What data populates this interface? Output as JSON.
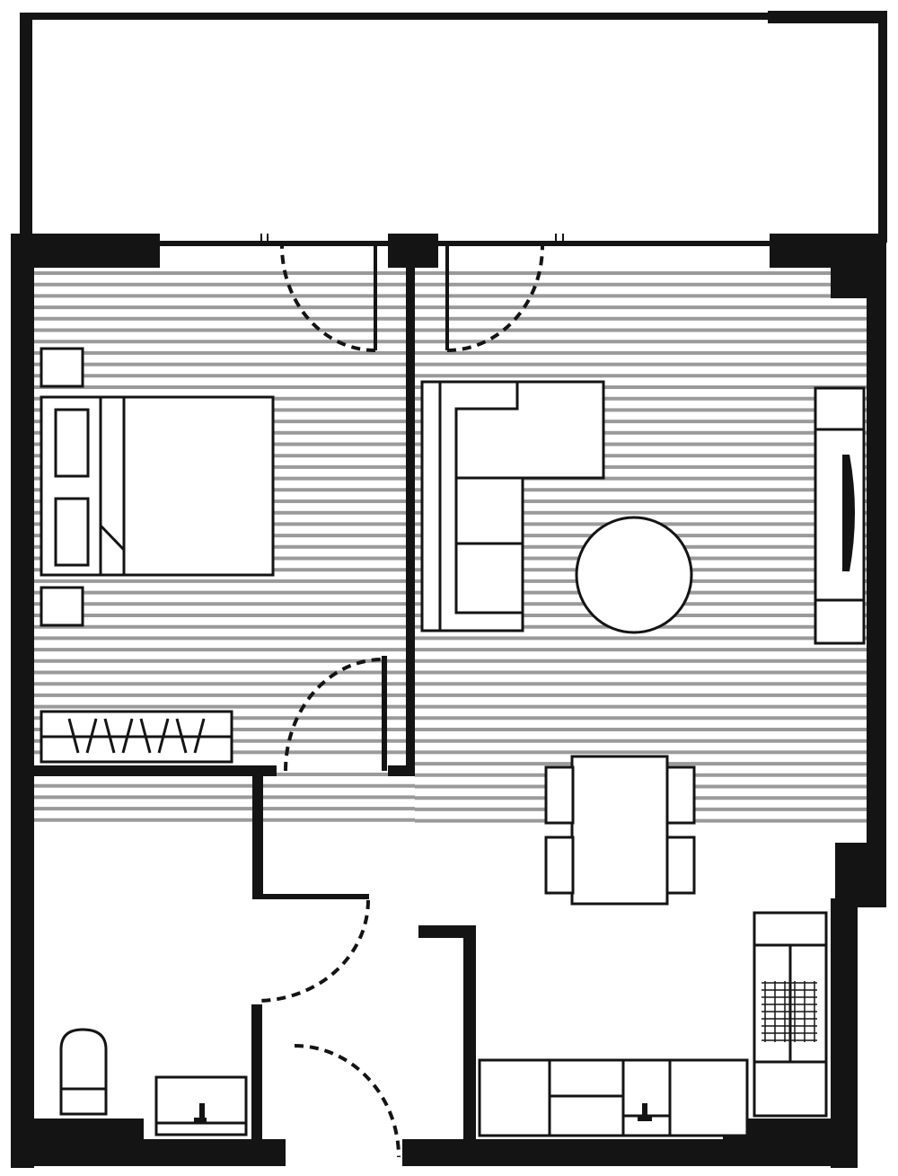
{
  "diagram": {
    "kind": "apartment floor plan",
    "elements": {
      "balcony": "balcony",
      "bedroom": "bedroom",
      "living_room": "living room",
      "hallway": "hallway",
      "bathroom": "bathroom",
      "kitchen": "kitchen"
    },
    "colors": {
      "wall": "#141414",
      "floor_stripe": "#9a9a9a",
      "background": "#ffffff"
    }
  }
}
